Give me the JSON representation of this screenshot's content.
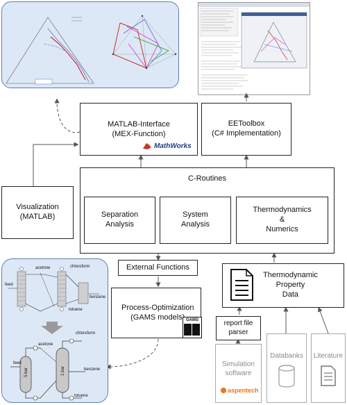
{
  "boxes": {
    "matlab_interface": "MATLAB-Interface\n(MEX-Function)",
    "mathworks": "MathWorks",
    "eetoolbox": "EEToolbox\n(C# Implementation)",
    "c_routines": "C-Routines",
    "separation": "Separation\nAnalysis",
    "system": "System\nAnalysis",
    "thermo_numerics": "Thermodynamics\n&\nNumerics",
    "visualization": "Visualization\n(MATLAB)",
    "external_functions": "External Functions",
    "process_optimization": "Process-Optimization\n(GAMS models)",
    "gams": "GAMS",
    "thermo_property": "Thermodynamic\nProperty\nData",
    "report_parser": "report file\nparser",
    "simulation_software": "Simulation\nsoftware",
    "aspentech": "aspentech",
    "databanks": "Databanks",
    "literature": "Literature"
  },
  "flowsheet_labels": {
    "acetone": "acetone",
    "chloroform": "chloroform",
    "benzene": "benzene",
    "toluene": "toluene",
    "feed": "feed",
    "bar5": "5 bar",
    "bar1": "1 bar"
  },
  "colors": {
    "panel_bg": "#dde8f6",
    "panel_border": "#5a7fb0",
    "arrow": "#555555",
    "gray_text": "#8a8a8a",
    "aspen_orange": "#e87722",
    "mathworks_red": "#c0392b"
  }
}
